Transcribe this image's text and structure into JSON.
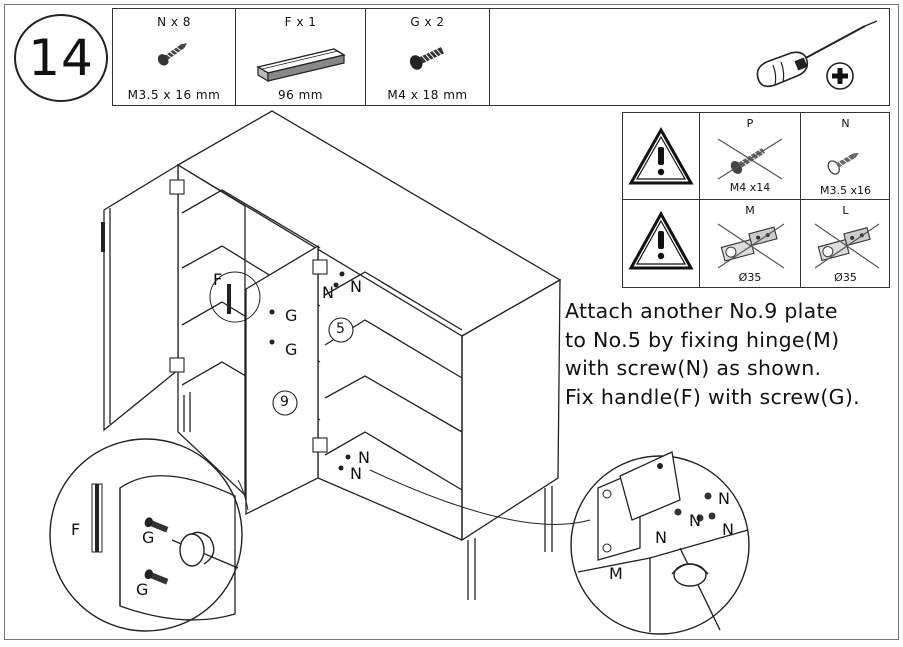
{
  "step": {
    "number": "14"
  },
  "parts": [
    {
      "qty": "N x 8",
      "size": "M3.5 x 16 mm",
      "icon": "screw-icon"
    },
    {
      "qty": "F x 1",
      "size": "96 mm",
      "icon": "handle-icon"
    },
    {
      "qty": "G x 2",
      "size": "M4 x 18 mm",
      "icon": "bolt-icon"
    }
  ],
  "tool": {
    "icon": "phillips-screwdriver-icon"
  },
  "warnings": [
    {
      "code": "P",
      "size": "M4 x14",
      "icon": "crossed-screw-icon"
    },
    {
      "code": "N",
      "size": "M3.5 x16",
      "icon": "screw-icon"
    },
    {
      "code": "M",
      "size": "Ø35",
      "icon": "crossed-hinge-icon"
    },
    {
      "code": "L",
      "size": "Ø35",
      "icon": "crossed-hinge-icon"
    }
  ],
  "instructions": [
    "Attach another No.9 plate",
    "to No.5 by fixing hinge(M)",
    "with screw(N) as shown.",
    "Fix handle(F) with screw(G)."
  ],
  "callouts": {
    "F": "F",
    "G": "G",
    "N": "N",
    "M": "M",
    "panel5": "5",
    "panel9": "9"
  }
}
